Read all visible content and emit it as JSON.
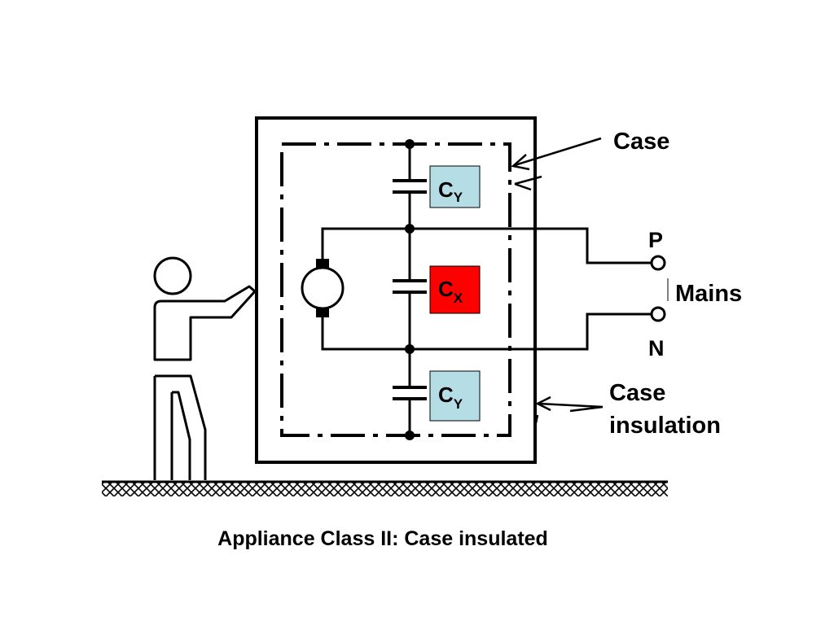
{
  "labels": {
    "case": "Case",
    "terminal_p": "P",
    "terminal_n": "N",
    "mains": "Mains",
    "case_insulation_line1": "Case",
    "case_insulation_line2": "insulation"
  },
  "capacitors": {
    "cy_top": {
      "main": "C",
      "sub": "Y"
    },
    "cx": {
      "main": "C",
      "sub": "X"
    },
    "cy_bottom": {
      "main": "C",
      "sub": "Y"
    }
  },
  "caption": "Appliance Class II: Case insulated",
  "colors": {
    "cy_fill": "#b4dde6",
    "cx_fill": "#ff0000",
    "line": "#000000"
  },
  "icons": [
    "motor-icon",
    "person-icon",
    "ground-hatch-icon"
  ]
}
